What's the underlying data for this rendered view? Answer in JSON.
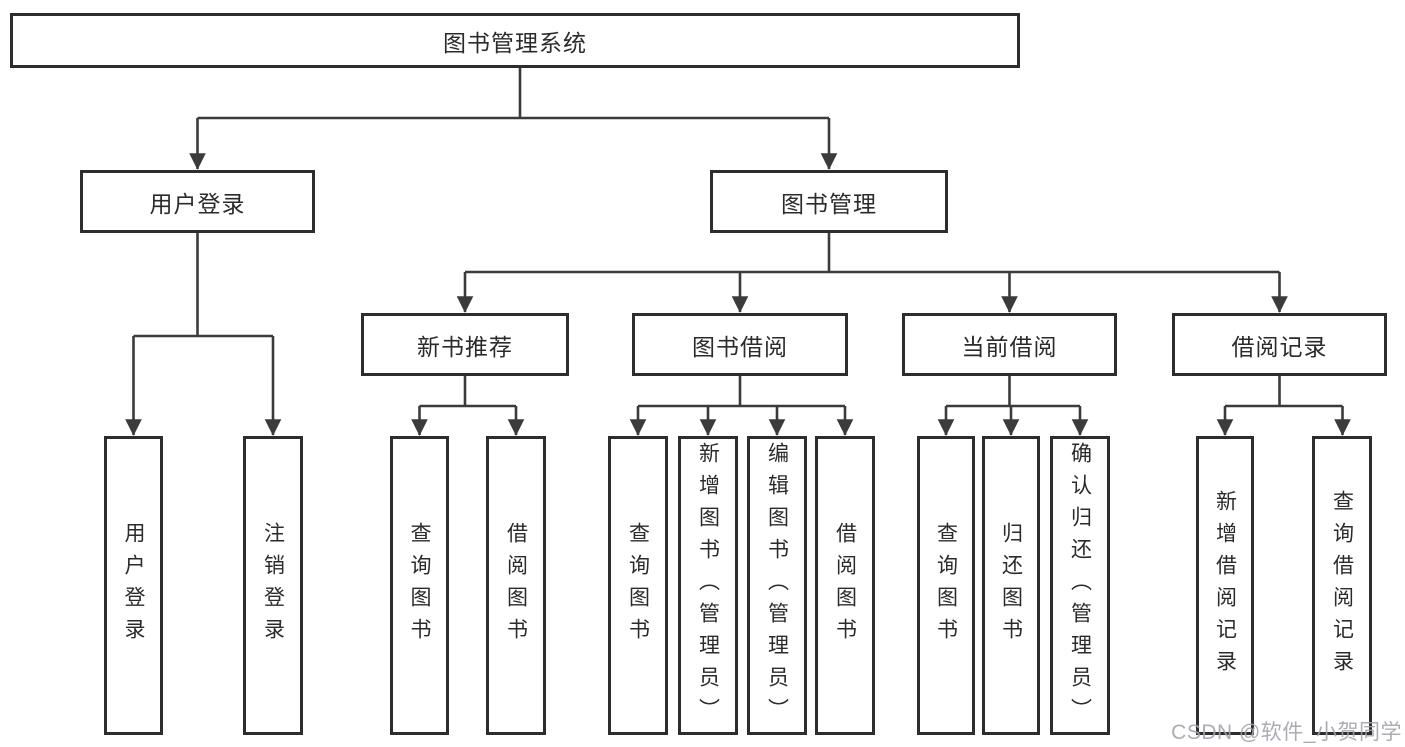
{
  "diagram_type": "tree",
  "tree": {
    "label": "图书管理系统",
    "children": [
      {
        "label": "用户登录",
        "children": [
          {
            "label": "用户登录"
          },
          {
            "label": "注销登录"
          }
        ]
      },
      {
        "label": "图书管理",
        "children": [
          {
            "label": "新书推荐",
            "children": [
              {
                "label": "查询图书"
              },
              {
                "label": "借阅图书"
              }
            ]
          },
          {
            "label": "图书借阅",
            "children": [
              {
                "label": "查询图书"
              },
              {
                "label": "新增图书（管理员）"
              },
              {
                "label": "编辑图书（管理员）"
              },
              {
                "label": "借阅图书"
              }
            ]
          },
          {
            "label": "当前借阅",
            "children": [
              {
                "label": "查询图书"
              },
              {
                "label": "归还图书"
              },
              {
                "label": "确认归还（管理员）"
              }
            ]
          },
          {
            "label": "借阅记录",
            "children": [
              {
                "label": "新增借阅记录"
              },
              {
                "label": "查询借阅记录"
              }
            ]
          }
        ]
      }
    ]
  },
  "watermark": "CSDN @软件_小贺同学",
  "colors": {
    "line": "#3b3b3b",
    "box_border": "#2d2d2d",
    "box_fill": "#ffffff",
    "text": "#2b2b2b",
    "watermark": "#a3a4ac",
    "background": "#ffffff"
  }
}
